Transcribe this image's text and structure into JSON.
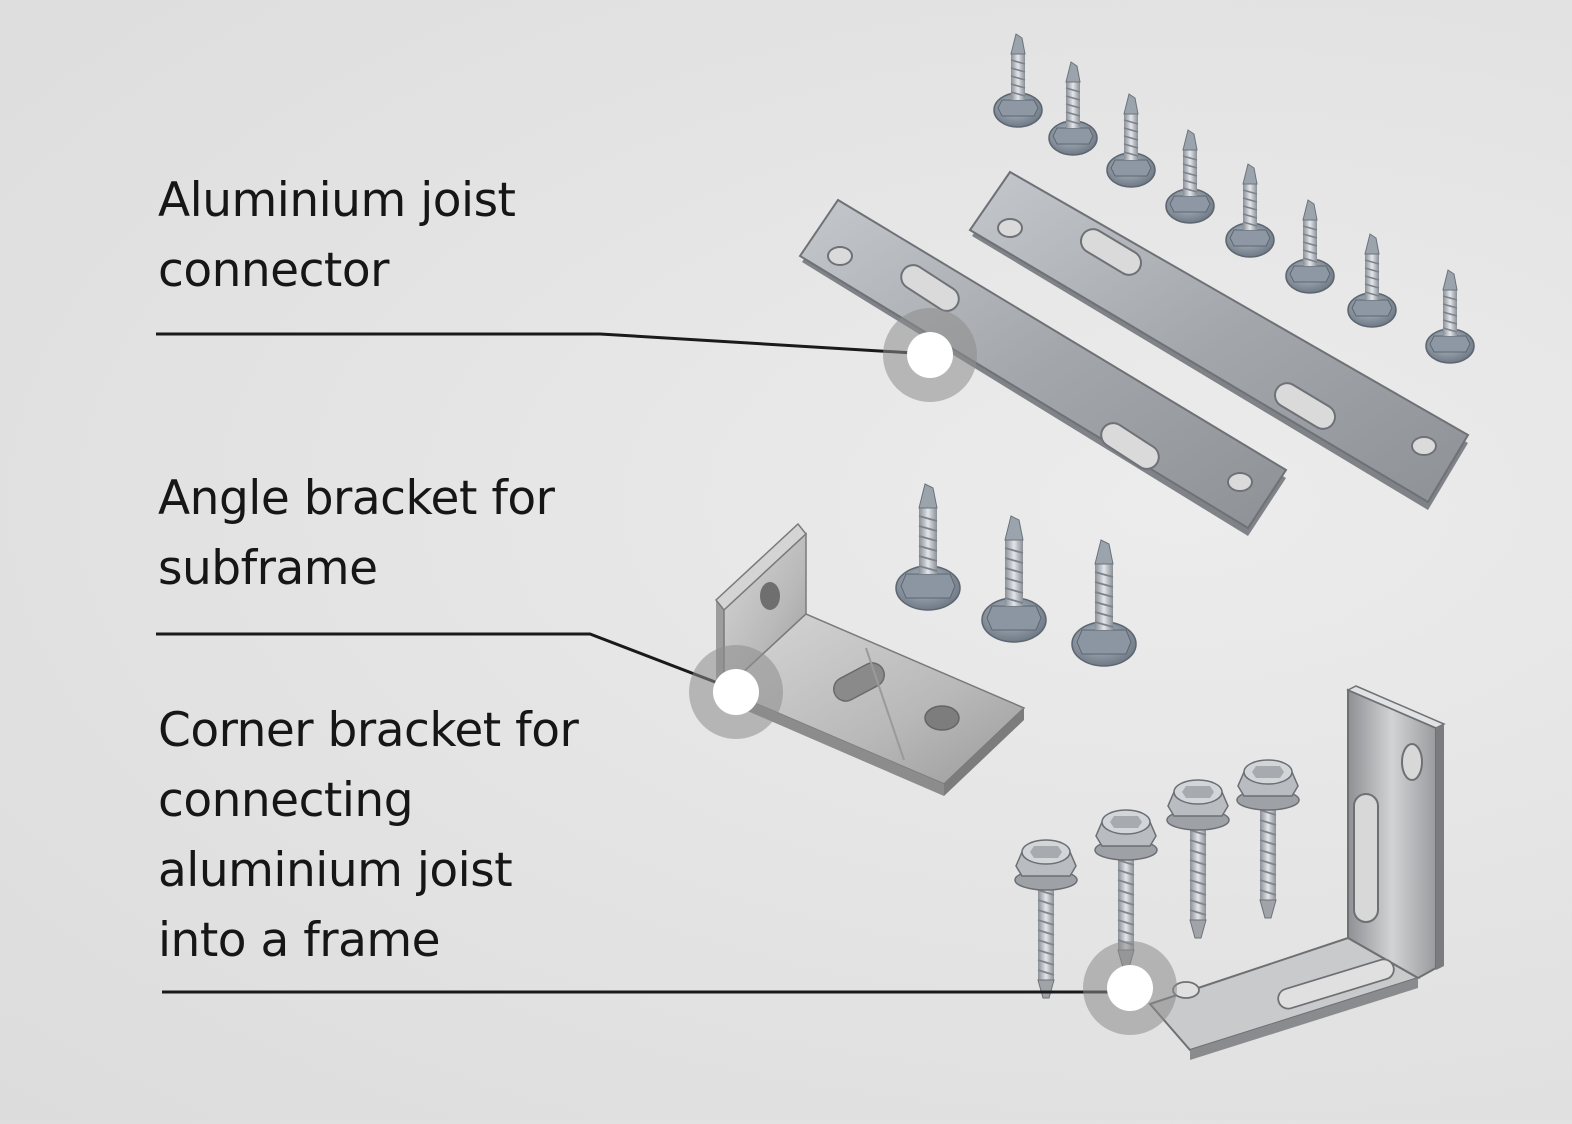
{
  "labels": {
    "joist_connector": [
      "Aluminium joist",
      "connector"
    ],
    "angle_bracket": [
      "Angle bracket for",
      "subframe"
    ],
    "corner_bracket": [
      "Corner bracket for",
      "connecting",
      "aluminium joist",
      "into a frame"
    ]
  },
  "colors": {
    "background": "#e3e3e3",
    "text": "#161616",
    "leader_line": "#1a1a1a",
    "marker_ring": "#8c8c8c",
    "marker_dot": "#ffffff",
    "galvanized_steel": "#a9adb2",
    "stainless_steel": "#b6b7b9",
    "aluminium": "#bdbdbd"
  },
  "illustrations": [
    "joist-connector-plate-icon",
    "angle-bracket-icon",
    "corner-bracket-icon",
    "self-drilling-screw-icon"
  ]
}
